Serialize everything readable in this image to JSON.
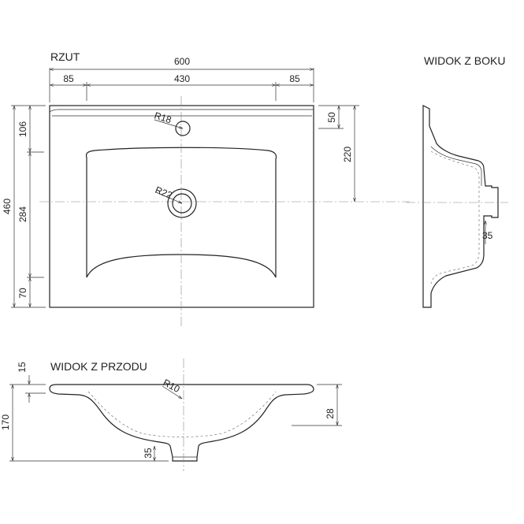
{
  "titles": {
    "plan": "RZUT",
    "side": "WIDOK Z BOKU",
    "front": "WIDOK Z PRZODU"
  },
  "plan_dims": {
    "overall_width": "600",
    "left_margin": "85",
    "bowl_width": "430",
    "right_margin": "85",
    "overall_depth": "460",
    "top_margin": "106",
    "bowl_depth": "284",
    "front_margin": "70",
    "tap_hole_offset": "50",
    "drain_offset": "220",
    "tap_hole_radius": "R18",
    "drain_radius": "R22"
  },
  "side_dims": {
    "drain_outlet": "35"
  },
  "front_dims": {
    "rim_thickness": "15",
    "total_height": "170",
    "inner_radius": "R10",
    "rim_depth": "28",
    "drain_outlet": "35"
  }
}
